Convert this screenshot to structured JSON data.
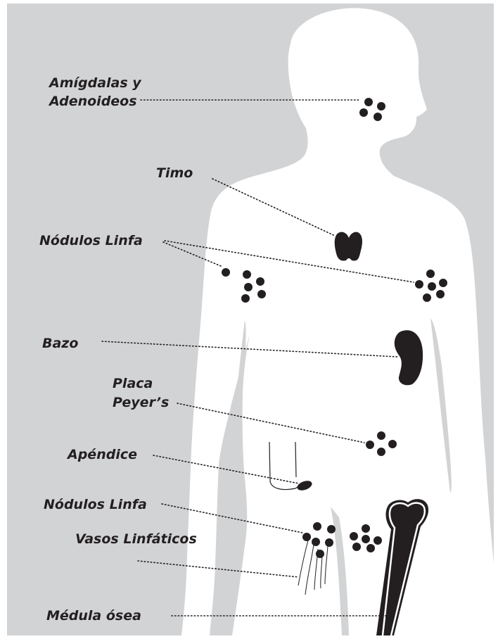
{
  "labels": {
    "tonsils_line1": "Amígdalas y",
    "tonsils_line2": "Adenoideos",
    "thymus": "Timo",
    "lymph_nodes_upper": "Nódulos Linfa",
    "spleen": "Bazo",
    "peyer_line1": "Placa",
    "peyer_line2": "Peyer’s",
    "appendix": "Apéndice",
    "lymph_nodes_lower": "Nódulos Linfa",
    "lymph_vessels": "Vasos Linfáticos",
    "bone_marrow": "Médula ósea"
  },
  "colors": {
    "background": "#d2d3d5",
    "body": "#ffffff",
    "organ": "#231f20",
    "leader": "#231f20"
  }
}
